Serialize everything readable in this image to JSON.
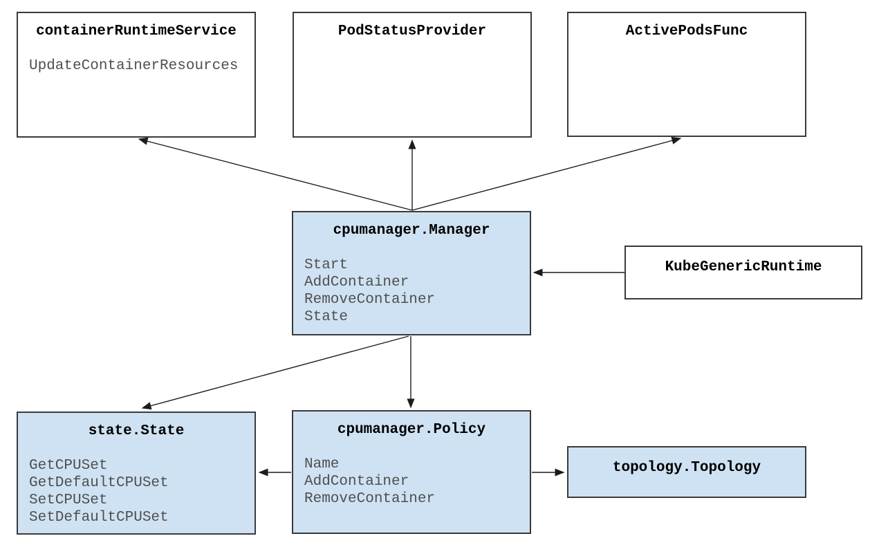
{
  "diagram": {
    "boxes": [
      {
        "id": "containerRuntimeService",
        "title": "containerRuntimeService",
        "variant": "white",
        "methods": [
          "UpdateContainerResources"
        ]
      },
      {
        "id": "PodStatusProvider",
        "title": "PodStatusProvider",
        "variant": "white",
        "methods": []
      },
      {
        "id": "ActivePodsFunc",
        "title": "ActivePodsFunc",
        "variant": "white",
        "methods": []
      },
      {
        "id": "cpumanager.Manager",
        "title": "cpumanager.Manager",
        "variant": "blue",
        "methods": [
          "Start",
          "AddContainer",
          "RemoveContainer",
          "State"
        ]
      },
      {
        "id": "KubeGenericRuntime",
        "title": "KubeGenericRuntime",
        "variant": "white",
        "methods": []
      },
      {
        "id": "state.State",
        "title": "state.State",
        "variant": "blue",
        "methods": [
          "GetCPUSet",
          "GetDefaultCPUSet",
          "SetCPUSet",
          "SetDefaultCPUSet"
        ]
      },
      {
        "id": "cpumanager.Policy",
        "title": "cpumanager.Policy",
        "variant": "blue",
        "methods": [
          "Name",
          "AddContainer",
          "RemoveContainer"
        ]
      },
      {
        "id": "topology.Topology",
        "title": "topology.Topology",
        "variant": "blue",
        "methods": []
      }
    ],
    "arrows": [
      {
        "from": "cpumanager.Manager",
        "to": "containerRuntimeService"
      },
      {
        "from": "cpumanager.Manager",
        "to": "PodStatusProvider"
      },
      {
        "from": "cpumanager.Manager",
        "to": "ActivePodsFunc"
      },
      {
        "from": "KubeGenericRuntime",
        "to": "cpumanager.Manager"
      },
      {
        "from": "cpumanager.Manager",
        "to": "state.State"
      },
      {
        "from": "cpumanager.Manager",
        "to": "cpumanager.Policy"
      },
      {
        "from": "cpumanager.Policy",
        "to": "state.State"
      },
      {
        "from": "cpumanager.Policy",
        "to": "topology.Topology"
      }
    ],
    "colors": {
      "box_fill_blue": "#cfe2f3",
      "box_fill_white": "#ffffff",
      "box_border": "#3a3a3a",
      "title_text": "#000000",
      "method_text": "#4f4f4f",
      "arrow": "#1c1c1c"
    }
  }
}
